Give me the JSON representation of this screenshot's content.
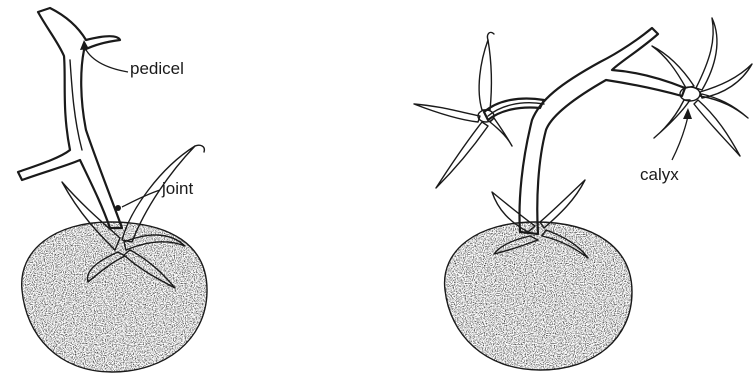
{
  "labels": {
    "pedicel": "pedicel",
    "joint": "joint",
    "calyx": "calyx"
  },
  "colors": {
    "ink": "#1a1a1a",
    "fruit_fill": "#5a5a5a",
    "background": "#ffffff"
  }
}
